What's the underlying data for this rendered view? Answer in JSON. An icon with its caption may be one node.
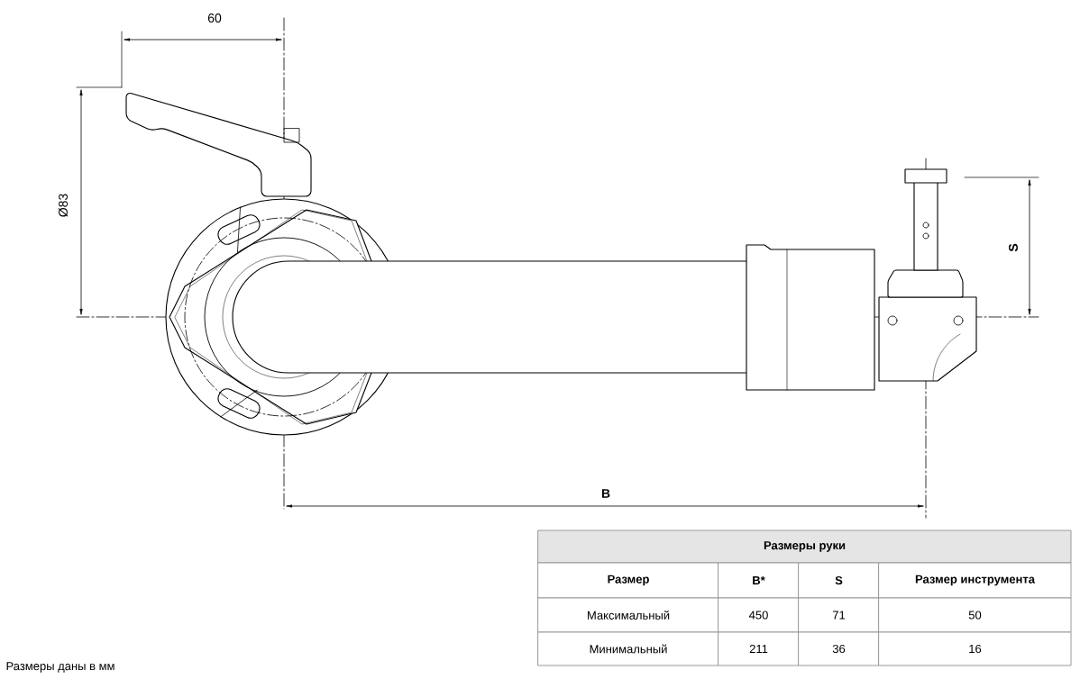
{
  "diagram": {
    "labels": [
      "60",
      "Ø83",
      "S",
      "B",
      "Размеры руки",
      "Размер",
      "B*",
      "S",
      "Размер инструмента",
      "Максимальный",
      "450",
      "71",
      "50",
      "Минимальный",
      "211",
      "36",
      "16",
      "Размеры даны в мм"
    ]
  }
}
